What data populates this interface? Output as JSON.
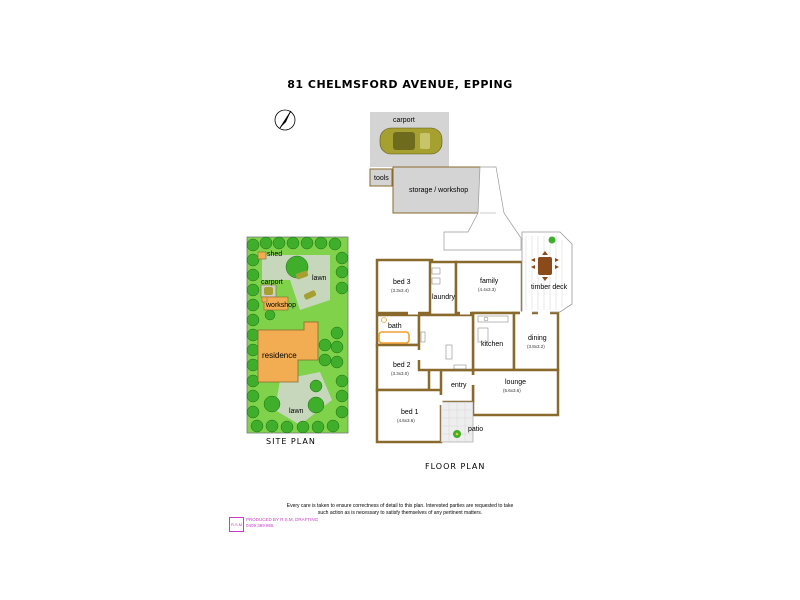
{
  "title": "81 CHELMSFORD AVENUE, EPPING",
  "site_plan": {
    "caption": "SITE PLAN",
    "labels": {
      "shed": "shed",
      "lawn_top": "lawn",
      "carport": "carport",
      "workshop": "workshop",
      "residence": "residence",
      "lawn_bottom": "lawn"
    }
  },
  "floor_plan": {
    "caption": "FLOOR PLAN",
    "rooms": {
      "carport": "carport",
      "tools": "tools",
      "storage": "storage / workshop",
      "bed3": "bed 3",
      "bed3_dim": "(3.3x3.4)",
      "laundry": "laundry",
      "family": "family",
      "family_dim": "(4.4x3.3)",
      "timber_deck": "timber deck",
      "bath": "bath",
      "kitchen": "kitchen",
      "dining": "dining",
      "dining_dim": "(3.8x3.2)",
      "bed2": "bed 2",
      "bed2_dim": "(3.3x3.0)",
      "entry": "entry",
      "lounge": "lounge",
      "lounge_dim": "(5.6x3.6)",
      "bed1": "bed 1",
      "bed1_dim": "(4.6x3.6)",
      "patio": "patio"
    }
  },
  "disclaimer": "Every care is taken to ensure correctness of detail to this plan. Interested parties are requested to take such action as is necessary to satisfy themselves of any pertinent matters.",
  "producer": {
    "logo": "R.S.M",
    "line1": "PRODUCED BY R.S.M. DRAFTING",
    "line2": "0409 369 865"
  },
  "colors": {
    "wall": "#8a6a2c",
    "floor": "#ffffff",
    "gray_zone": "#d4d4d4",
    "residence": "#f2ac52",
    "lawn": "#7fd24a",
    "tree": "#3fae2a",
    "stamp": "#c83cc8"
  }
}
